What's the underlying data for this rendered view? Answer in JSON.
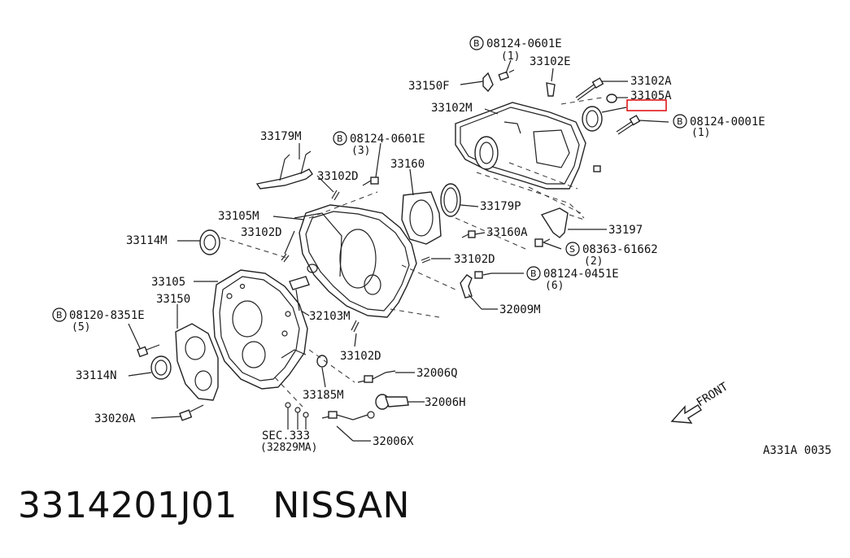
{
  "labels": {
    "p_08124_0601E_top": "08124-0601E",
    "q_1_top": "(1)",
    "p_33102E": "33102E",
    "p_33150F": "33150F",
    "p_33102A": "33102A",
    "p_33105A": "33105A",
    "p_highlighted": "",
    "p_33102M": "33102M",
    "p_08124_0001E": "08124-0001E",
    "q_1_right": "(1)",
    "p_33179M": "33179M",
    "p_08124_0601E_mid": "08124-0601E",
    "q_3": "(3)",
    "p_33102D_a": "33102D",
    "p_33160": "33160",
    "p_33179P": "33179P",
    "p_33105M": "33105M",
    "p_33114M": "33114M",
    "p_33102D_b": "33102D",
    "p_33160A": "33160A",
    "p_33197": "33197",
    "p_08363_61662": "08363-61662",
    "q_2": "(2)",
    "p_33102D_c": "33102D",
    "p_33105": "33105",
    "p_08124_0451E": "08124-0451E",
    "q_6": "(6)",
    "p_33150": "33150",
    "p_32009M": "32009M",
    "p_08120_8351E": "08120-8351E",
    "q_5": "(5)",
    "p_32103M": "32103M",
    "p_33102D_d": "33102D",
    "p_33114N": "33114N",
    "p_32006Q": "32006Q",
    "p_33185M": "33185M",
    "p_32006H": "32006H",
    "p_33020A": "33020A",
    "p_sec": "SEC.333",
    "p_sec_ref": "(32829MA)",
    "p_32006X": "32006X",
    "front": "FRONT",
    "diagram_code": "A331A 0035",
    "circled_B": "B",
    "circled_S": "S"
  },
  "footer": {
    "title": "3314201J01   NISSAN"
  },
  "colors": {
    "highlight": "#e0171b",
    "line": "#222222"
  }
}
